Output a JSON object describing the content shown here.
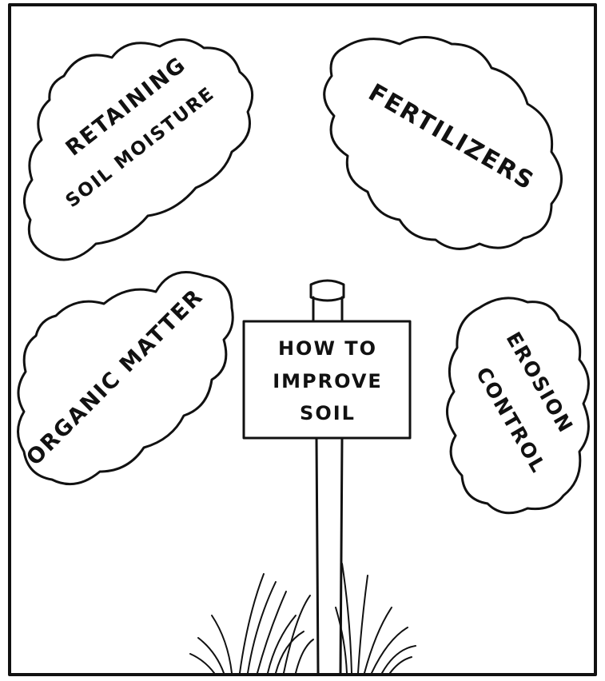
{
  "sign": {
    "line1": "HOW TO",
    "line2": "IMPROVE",
    "line3": "SOIL"
  },
  "clouds": {
    "retaining": {
      "line1": "RETAINING",
      "line2": "SOIL MOISTURE"
    },
    "fertilizers": {
      "label": "FERTILIZERS"
    },
    "organic": {
      "label": "ORGANIC MATTER"
    },
    "erosion": {
      "line1": "EROSION",
      "line2": "CONTROL"
    }
  },
  "colors": {
    "ink": "#111111",
    "paper": "#ffffff"
  }
}
